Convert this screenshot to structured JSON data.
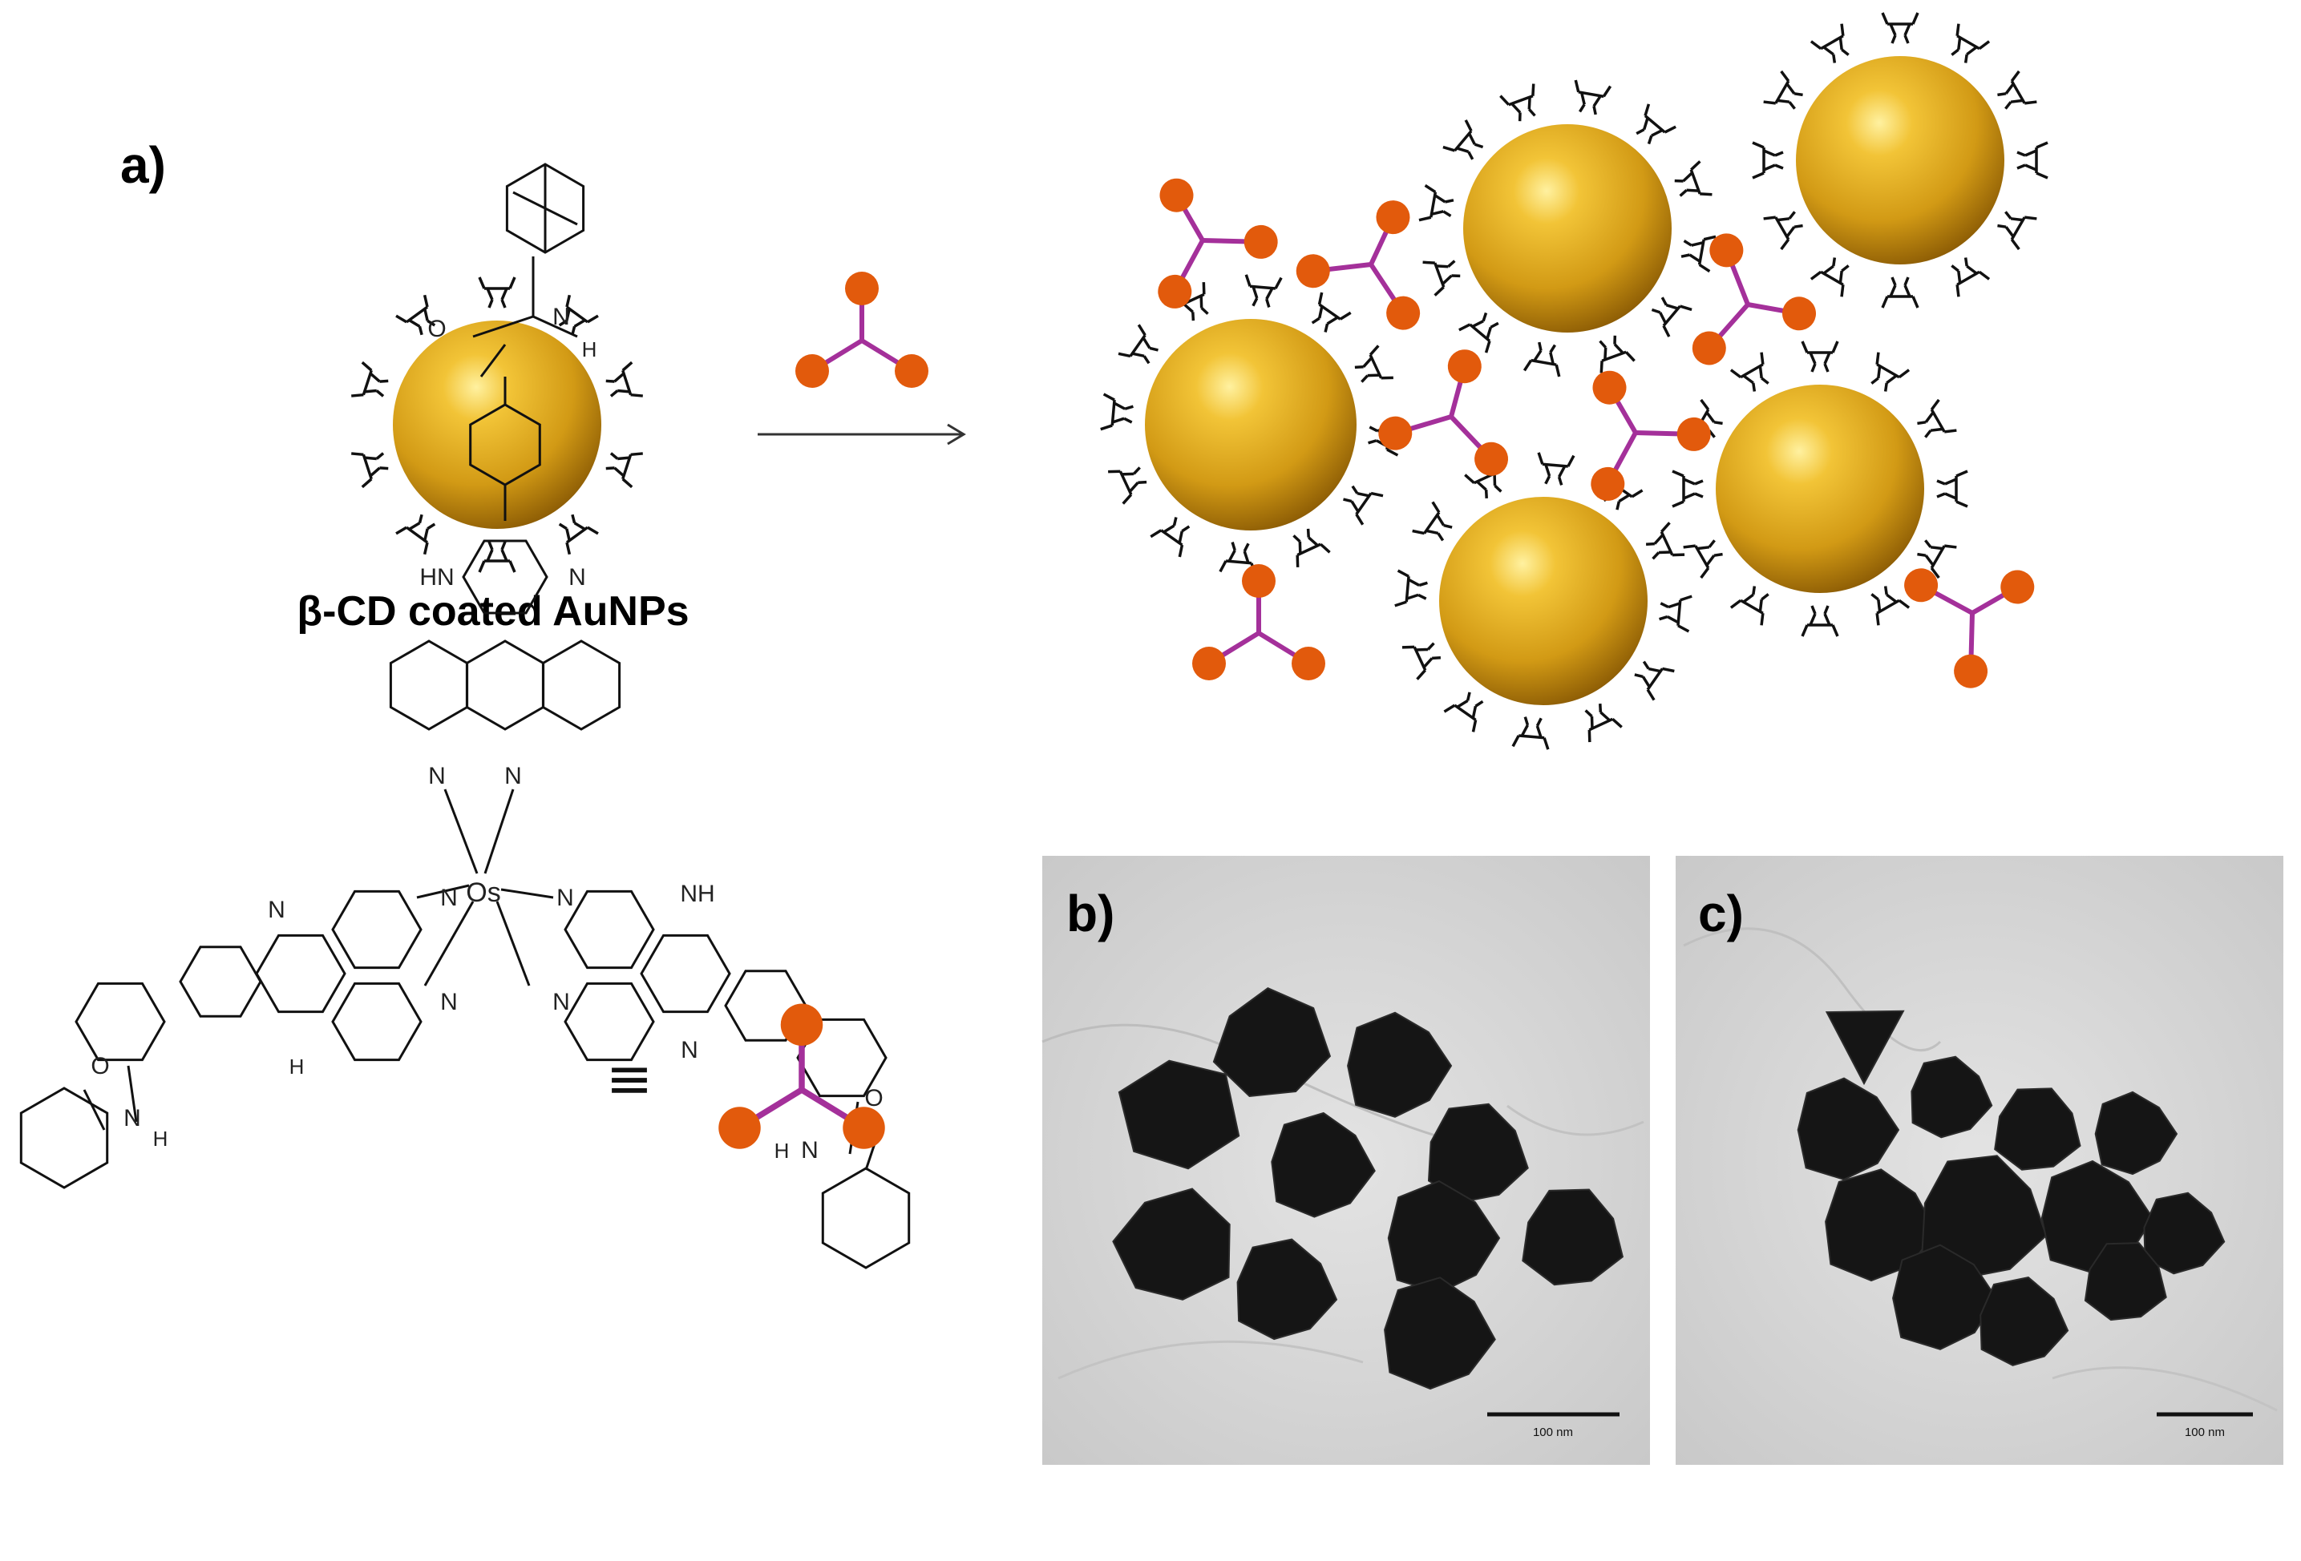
{
  "panels": {
    "a": {
      "label": "a)"
    },
    "b": {
      "label": "b)",
      "scale_bar": "100 nm"
    },
    "c": {
      "label": "c)",
      "scale_bar": "100 nm"
    }
  },
  "nanoparticle_caption": "β-CD coated AuNPs",
  "chemistry": {
    "metal": "Os",
    "atoms": {
      "O": "O",
      "N": "N",
      "H": "H",
      "HN": "HN",
      "NH": "NH"
    },
    "equivalence_symbol": "≡"
  },
  "colors": {
    "gold": "#d9a21c",
    "gold_highlight": "#fff1a0",
    "gold_shadow": "#8a5a04",
    "linker_node": "#e25a0c",
    "linker_bond": "#a4309a",
    "ligand_stroke": "#111111",
    "tem_background": "#d7d7d7",
    "tem_particle": "#151515"
  }
}
